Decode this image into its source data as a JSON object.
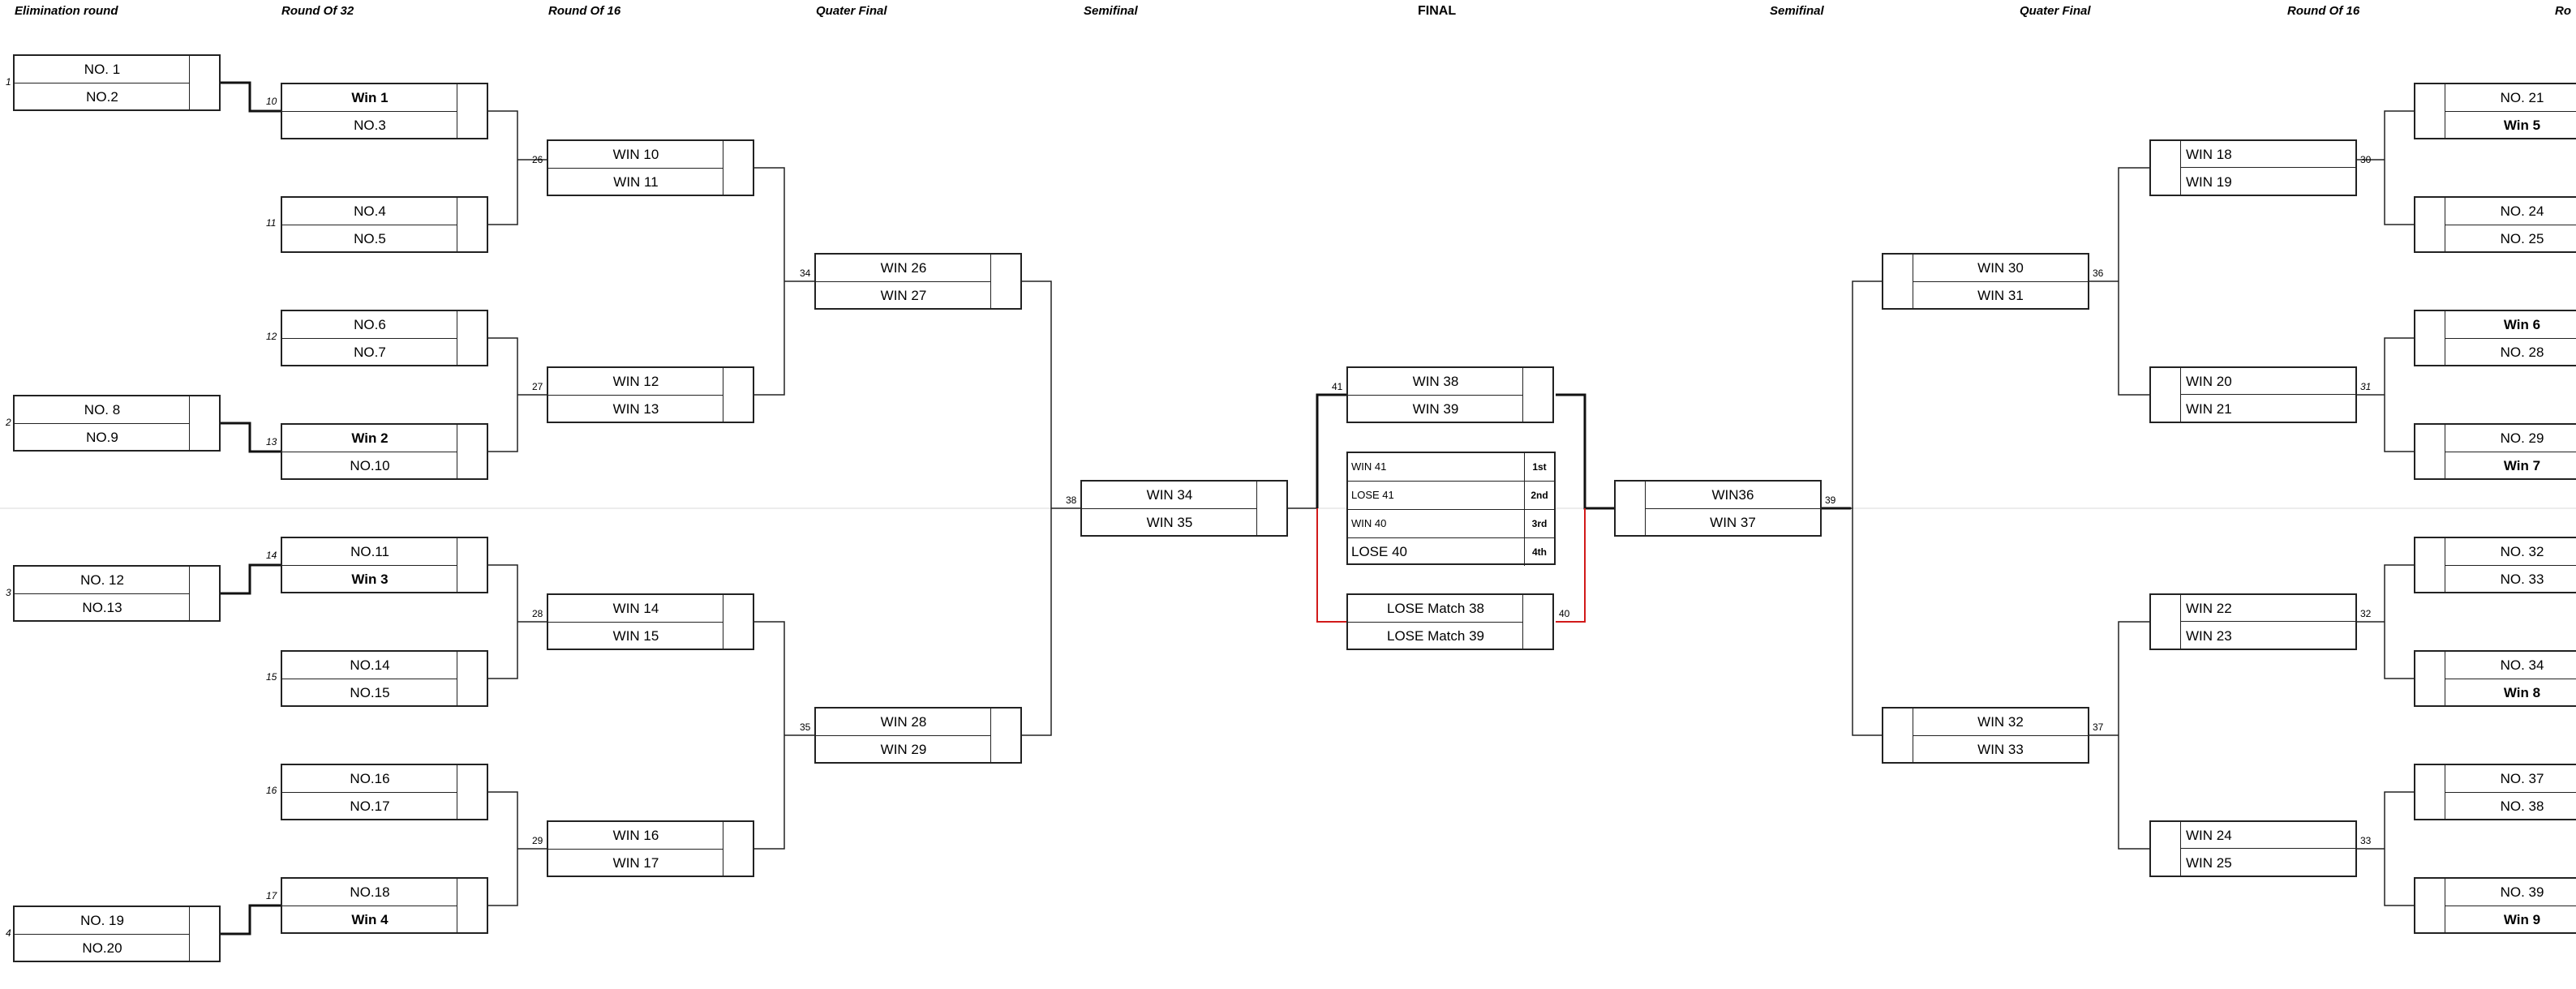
{
  "headers": {
    "elimination_round": "Elimination round",
    "round_of_32_left": "Round Of 32",
    "round_of_16_left": "Round Of 16",
    "quarter_final_left": "Quater Final",
    "semifinal_left": "Semifinal",
    "final": "FINAL",
    "semifinal_right": "Semifinal",
    "quarter_final_right": "Quater Final",
    "round_of_16_right": "Round Of 16",
    "round_of_32_right": "Ro"
  },
  "matches": {
    "m1": {
      "label": "1",
      "top": "NO. 1",
      "bottom": "NO.2"
    },
    "m2": {
      "label": "2",
      "top": "NO. 8",
      "bottom": "NO.9"
    },
    "m3": {
      "label": "3",
      "top": "NO. 12",
      "bottom": "NO.13"
    },
    "m4": {
      "label": "4",
      "top": "NO. 19",
      "bottom": "NO.20"
    },
    "m10": {
      "label": "10",
      "top": "Win 1",
      "bottom": "NO.3"
    },
    "m11": {
      "label": "11",
      "top": "NO.4",
      "bottom": "NO.5"
    },
    "m12": {
      "label": "12",
      "top": "NO.6",
      "bottom": "NO.7"
    },
    "m13": {
      "label": "13",
      "top": "Win 2",
      "bottom": "NO.10"
    },
    "m14": {
      "label": "14",
      "top": "NO.11",
      "bottom": "Win 3"
    },
    "m15": {
      "label": "15",
      "top": "NO.14",
      "bottom": "NO.15"
    },
    "m16": {
      "label": "16",
      "top": "NO.16",
      "bottom": "NO.17"
    },
    "m17": {
      "label": "17",
      "top": "NO.18",
      "bottom": "Win 4"
    },
    "m26": {
      "label": "26",
      "top": "WIN 10",
      "bottom": "WIN 11"
    },
    "m27": {
      "label": "27",
      "top": "WIN 12",
      "bottom": "WIN 13"
    },
    "m28": {
      "label": "28",
      "top": "WIN 14",
      "bottom": "WIN 15"
    },
    "m29": {
      "label": "29",
      "top": "WIN 16",
      "bottom": "WIN 17"
    },
    "m34": {
      "label": "34",
      "top": "WIN 26",
      "bottom": "WIN 27"
    },
    "m35": {
      "label": "35",
      "top": "WIN 28",
      "bottom": "WIN 29"
    },
    "m38": {
      "label": "38",
      "top": "WIN 34",
      "bottom": "WIN 35"
    },
    "m41": {
      "label": "41",
      "top": "WIN 38",
      "bottom": "WIN 39"
    },
    "m40": {
      "label": "40",
      "top": "LOSE Match 38",
      "bottom": "LOSE Match 39"
    },
    "m39": {
      "label": "39",
      "top": "WIN36",
      "bottom": "WIN 37"
    },
    "m36": {
      "label": "36",
      "top": "WIN 30",
      "bottom": "WIN 31"
    },
    "m37": {
      "label": "37",
      "top": "WIN 32",
      "bottom": "WIN 33"
    },
    "m30": {
      "label": "30",
      "top": "WIN 18",
      "bottom": "WIN 19"
    },
    "m31": {
      "label": "31",
      "top": "WIN 20",
      "bottom": "WIN 21"
    },
    "m32": {
      "label": "32",
      "top": "WIN 22",
      "bottom": "WIN 23"
    },
    "m33": {
      "label": "33",
      "top": "WIN 24",
      "bottom": "WIN 25"
    },
    "r30a": {
      "top": "NO. 21",
      "bottom": "Win 5"
    },
    "r30b": {
      "top": "NO. 24",
      "bottom": "NO. 25"
    },
    "r31a": {
      "top": "Win 6",
      "bottom": "NO. 28"
    },
    "r31b": {
      "top": "NO. 29",
      "bottom": "Win 7"
    },
    "r32a": {
      "top": "NO. 32",
      "bottom": "NO. 33"
    },
    "r32b": {
      "top": "NO. 34",
      "bottom": "Win 8"
    },
    "r33a": {
      "top": "NO. 37",
      "bottom": "NO. 38"
    },
    "r33b": {
      "top": "NO. 39",
      "bottom": "Win 9"
    }
  },
  "ranking": [
    {
      "label": "WIN 41",
      "place": "1st"
    },
    {
      "label": "LOSE 41",
      "place": "2nd"
    },
    {
      "label": "WIN 40",
      "place": "3rd"
    },
    {
      "label": "LOSE 40",
      "place": "4th"
    }
  ],
  "colors": {
    "line": "#222222",
    "highlight": "#d11a1a",
    "midline": "#d9d9d9"
  }
}
